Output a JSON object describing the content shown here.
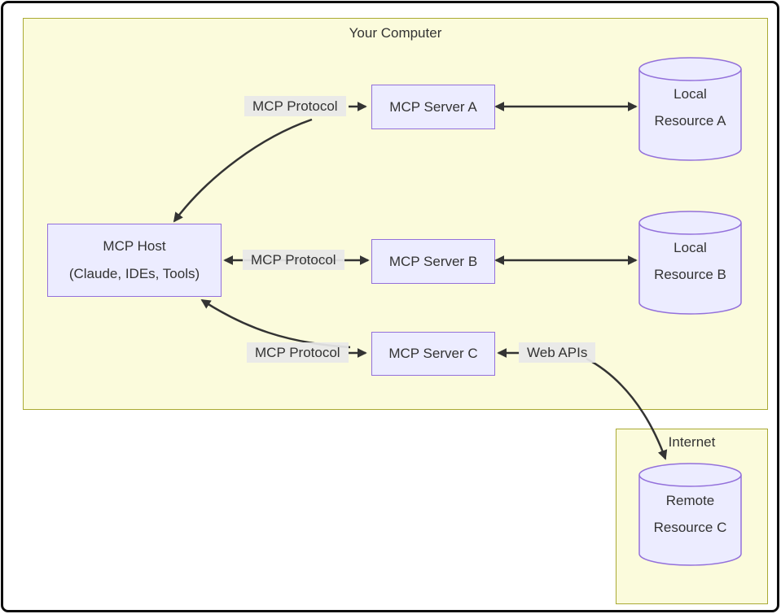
{
  "diagram": {
    "clusters": {
      "your_computer": {
        "title": "Your Computer"
      },
      "internet": {
        "title": "Internet"
      }
    },
    "nodes": {
      "mcp_host": {
        "line1": "MCP Host",
        "line2": "(Claude, IDEs, Tools)"
      },
      "mcp_server_a": {
        "label": "MCP Server A"
      },
      "mcp_server_b": {
        "label": "MCP Server B"
      },
      "mcp_server_c": {
        "label": "MCP Server C"
      },
      "local_resource_a": {
        "line1": "Local",
        "line2": "Resource A"
      },
      "local_resource_b": {
        "line1": "Local",
        "line2": "Resource B"
      },
      "remote_resource_c": {
        "line1": "Remote",
        "line2": "Resource C"
      }
    },
    "edge_labels": {
      "host_server_a": "MCP Protocol",
      "host_server_b": "MCP Protocol",
      "host_server_c": "MCP Protocol",
      "server_c_internet": "Web APIs"
    },
    "edges": [
      {
        "from": "MCP Host",
        "to": "MCP Server A",
        "label": "MCP Protocol",
        "bidirectional": true
      },
      {
        "from": "MCP Host",
        "to": "MCP Server B",
        "label": "MCP Protocol",
        "bidirectional": true
      },
      {
        "from": "MCP Host",
        "to": "MCP Server C",
        "label": "MCP Protocol",
        "bidirectional": true
      },
      {
        "from": "MCP Server A",
        "to": "Local Resource A",
        "label": "",
        "bidirectional": true
      },
      {
        "from": "MCP Server B",
        "to": "Local Resource B",
        "label": "",
        "bidirectional": true
      },
      {
        "from": "MCP Server C",
        "to": "Remote Resource C",
        "label": "Web APIs",
        "bidirectional": true
      }
    ],
    "colors": {
      "cluster_fill": "#fbfbdc",
      "cluster_border": "#aaaa33",
      "node_fill": "#ececff",
      "node_border": "#9370db",
      "edge_label_bg": "#e8e8e8",
      "text": "#333333",
      "arrow": "#333333",
      "frame": "#0d0d0d"
    }
  }
}
